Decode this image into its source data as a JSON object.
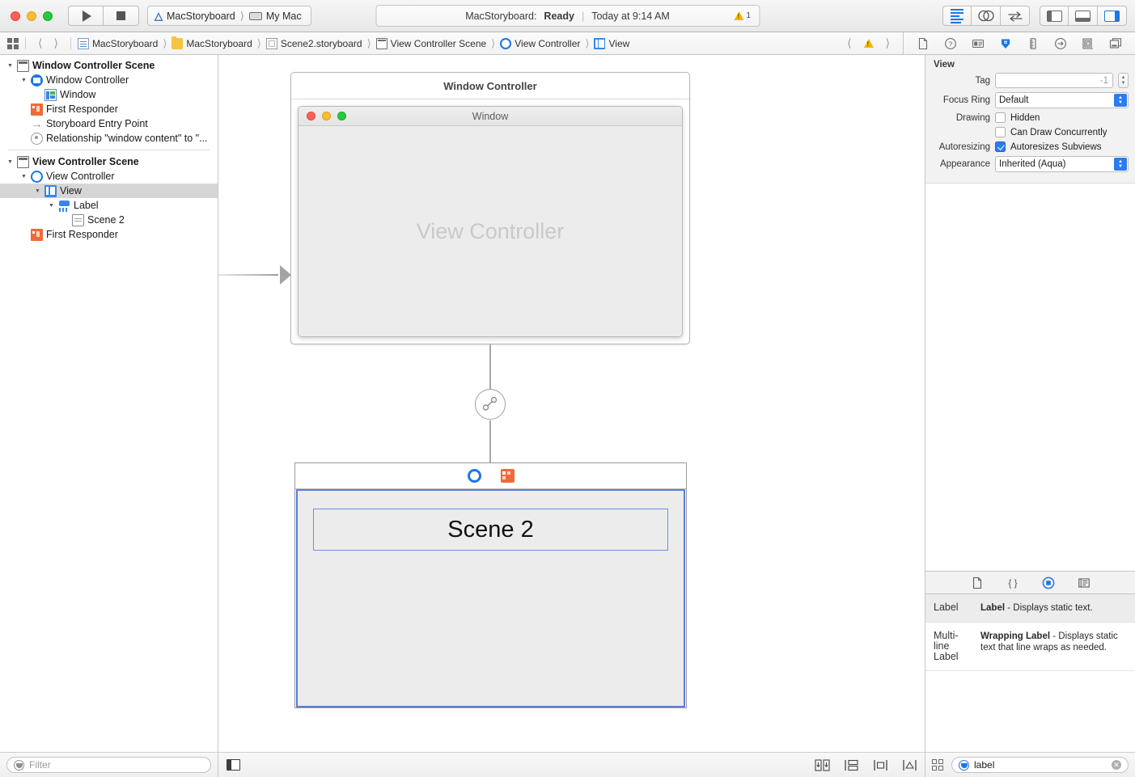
{
  "window": {
    "traffic_lights": [
      "close",
      "minimize",
      "zoom"
    ]
  },
  "toolbar": {
    "run_label": "run-button",
    "stop_label": "stop-button",
    "scheme_project": "MacStoryboard",
    "scheme_destination": "My Mac",
    "status_project": "MacStoryboard:",
    "status_state": "Ready",
    "status_separator": "|",
    "status_time": "Today at 9:14 AM",
    "warning_count": "1",
    "editor_buttons": [
      "standard-editor",
      "assistant-editor",
      "version-editor"
    ],
    "panel_buttons": [
      "navigator-toggle",
      "debug-toggle",
      "utilities-toggle"
    ]
  },
  "jumpbar": {
    "breadcrumbs": [
      {
        "icon": "project-file-icon",
        "label": "MacStoryboard"
      },
      {
        "icon": "folder-icon",
        "label": "MacStoryboard"
      },
      {
        "icon": "storyboard-file-icon",
        "label": "Scene2.storyboard"
      },
      {
        "icon": "scene-icon",
        "label": "View Controller Scene"
      },
      {
        "icon": "view-controller-icon",
        "label": "View Controller"
      },
      {
        "icon": "view-icon",
        "label": "View"
      }
    ],
    "inspector_tabs": [
      "file-inspector-icon",
      "quick-help-icon",
      "identity-inspector-icon",
      "attributes-inspector-icon",
      "size-inspector-icon",
      "connections-inspector-icon",
      "bindings-inspector-icon",
      "effects-inspector-icon"
    ],
    "active_inspector_tab": "attributes-inspector-icon"
  },
  "navigator": {
    "items": [
      {
        "label": "Window Controller Scene",
        "icon": "scene-icon",
        "depth": 0,
        "twisty": "open",
        "bold": true,
        "selected": false
      },
      {
        "label": "Window Controller",
        "icon": "window-controller-icon",
        "depth": 1,
        "twisty": "open",
        "bold": false,
        "selected": false
      },
      {
        "label": "Window",
        "icon": "window-icon",
        "depth": 2,
        "twisty": "none",
        "bold": false,
        "selected": false
      },
      {
        "label": "First Responder",
        "icon": "first-responder-icon",
        "depth": 1,
        "twisty": "none",
        "bold": false,
        "selected": false
      },
      {
        "label": "Storyboard Entry Point",
        "icon": "entry-point-icon",
        "depth": 1,
        "twisty": "none",
        "bold": false,
        "selected": false
      },
      {
        "label": "Relationship \"window content\" to \"...",
        "icon": "relationship-icon",
        "depth": 1,
        "twisty": "none",
        "bold": false,
        "selected": false
      },
      {
        "label": "View Controller Scene",
        "icon": "scene-icon",
        "depth": 0,
        "twisty": "open",
        "bold": true,
        "selected": false
      },
      {
        "label": "View Controller",
        "icon": "view-controller-icon",
        "depth": 1,
        "twisty": "open",
        "bold": false,
        "selected": false
      },
      {
        "label": "View",
        "icon": "view-icon",
        "depth": 2,
        "twisty": "open",
        "bold": false,
        "selected": true
      },
      {
        "label": "Label",
        "icon": "label-icon",
        "depth": 3,
        "twisty": "open",
        "bold": false,
        "selected": false
      },
      {
        "label": "Scene 2",
        "icon": "text-icon",
        "depth": 4,
        "twisty": "none",
        "bold": false,
        "selected": false
      },
      {
        "label": "First Responder",
        "icon": "first-responder-icon",
        "depth": 1,
        "twisty": "none",
        "bold": false,
        "selected": false
      }
    ],
    "filter_placeholder": "Filter"
  },
  "canvas": {
    "window_controller_scene": {
      "title": "Window Controller",
      "window_title": "Window",
      "watermark": "View Controller"
    },
    "segue": {
      "icon": "segue-relationship-icon"
    },
    "view_controller_scene": {
      "dock_icons": [
        "view-controller-icon",
        "first-responder-icon"
      ],
      "label_text": "Scene 2"
    },
    "autolayout_buttons": [
      "update-frames-button",
      "embed-in-button",
      "align-button",
      "pin-button",
      "resolve-issues-button"
    ]
  },
  "inspector": {
    "title": "View",
    "fields": {
      "tag_label": "Tag",
      "tag_value": "-1",
      "focus_ring_label": "Focus Ring",
      "focus_ring_value": "Default",
      "drawing_label": "Drawing",
      "drawing_hidden_label": "Hidden",
      "drawing_hidden_checked": false,
      "drawing_concurrent_label": "Can Draw Concurrently",
      "drawing_concurrent_checked": false,
      "autoresizing_label": "Autoresizing",
      "autoresizing_value_label": "Autoresizes Subviews",
      "autoresizing_checked": true,
      "appearance_label": "Appearance",
      "appearance_value": "Inherited (Aqua)"
    }
  },
  "library": {
    "tabs": [
      "file-template-library-icon",
      "code-snippet-library-icon",
      "object-library-icon",
      "media-library-icon"
    ],
    "active_tab": "object-library-icon",
    "items": [
      {
        "thumb": "Label",
        "title": "Label",
        "dash": " - ",
        "desc": "Displays static text.",
        "selected": true
      },
      {
        "thumb": "Multi-line Label",
        "title": "Wrapping Label",
        "dash": " - ",
        "desc": "Displays static text that line wraps as needed.",
        "selected": false
      }
    ],
    "filter_value": "label"
  }
}
